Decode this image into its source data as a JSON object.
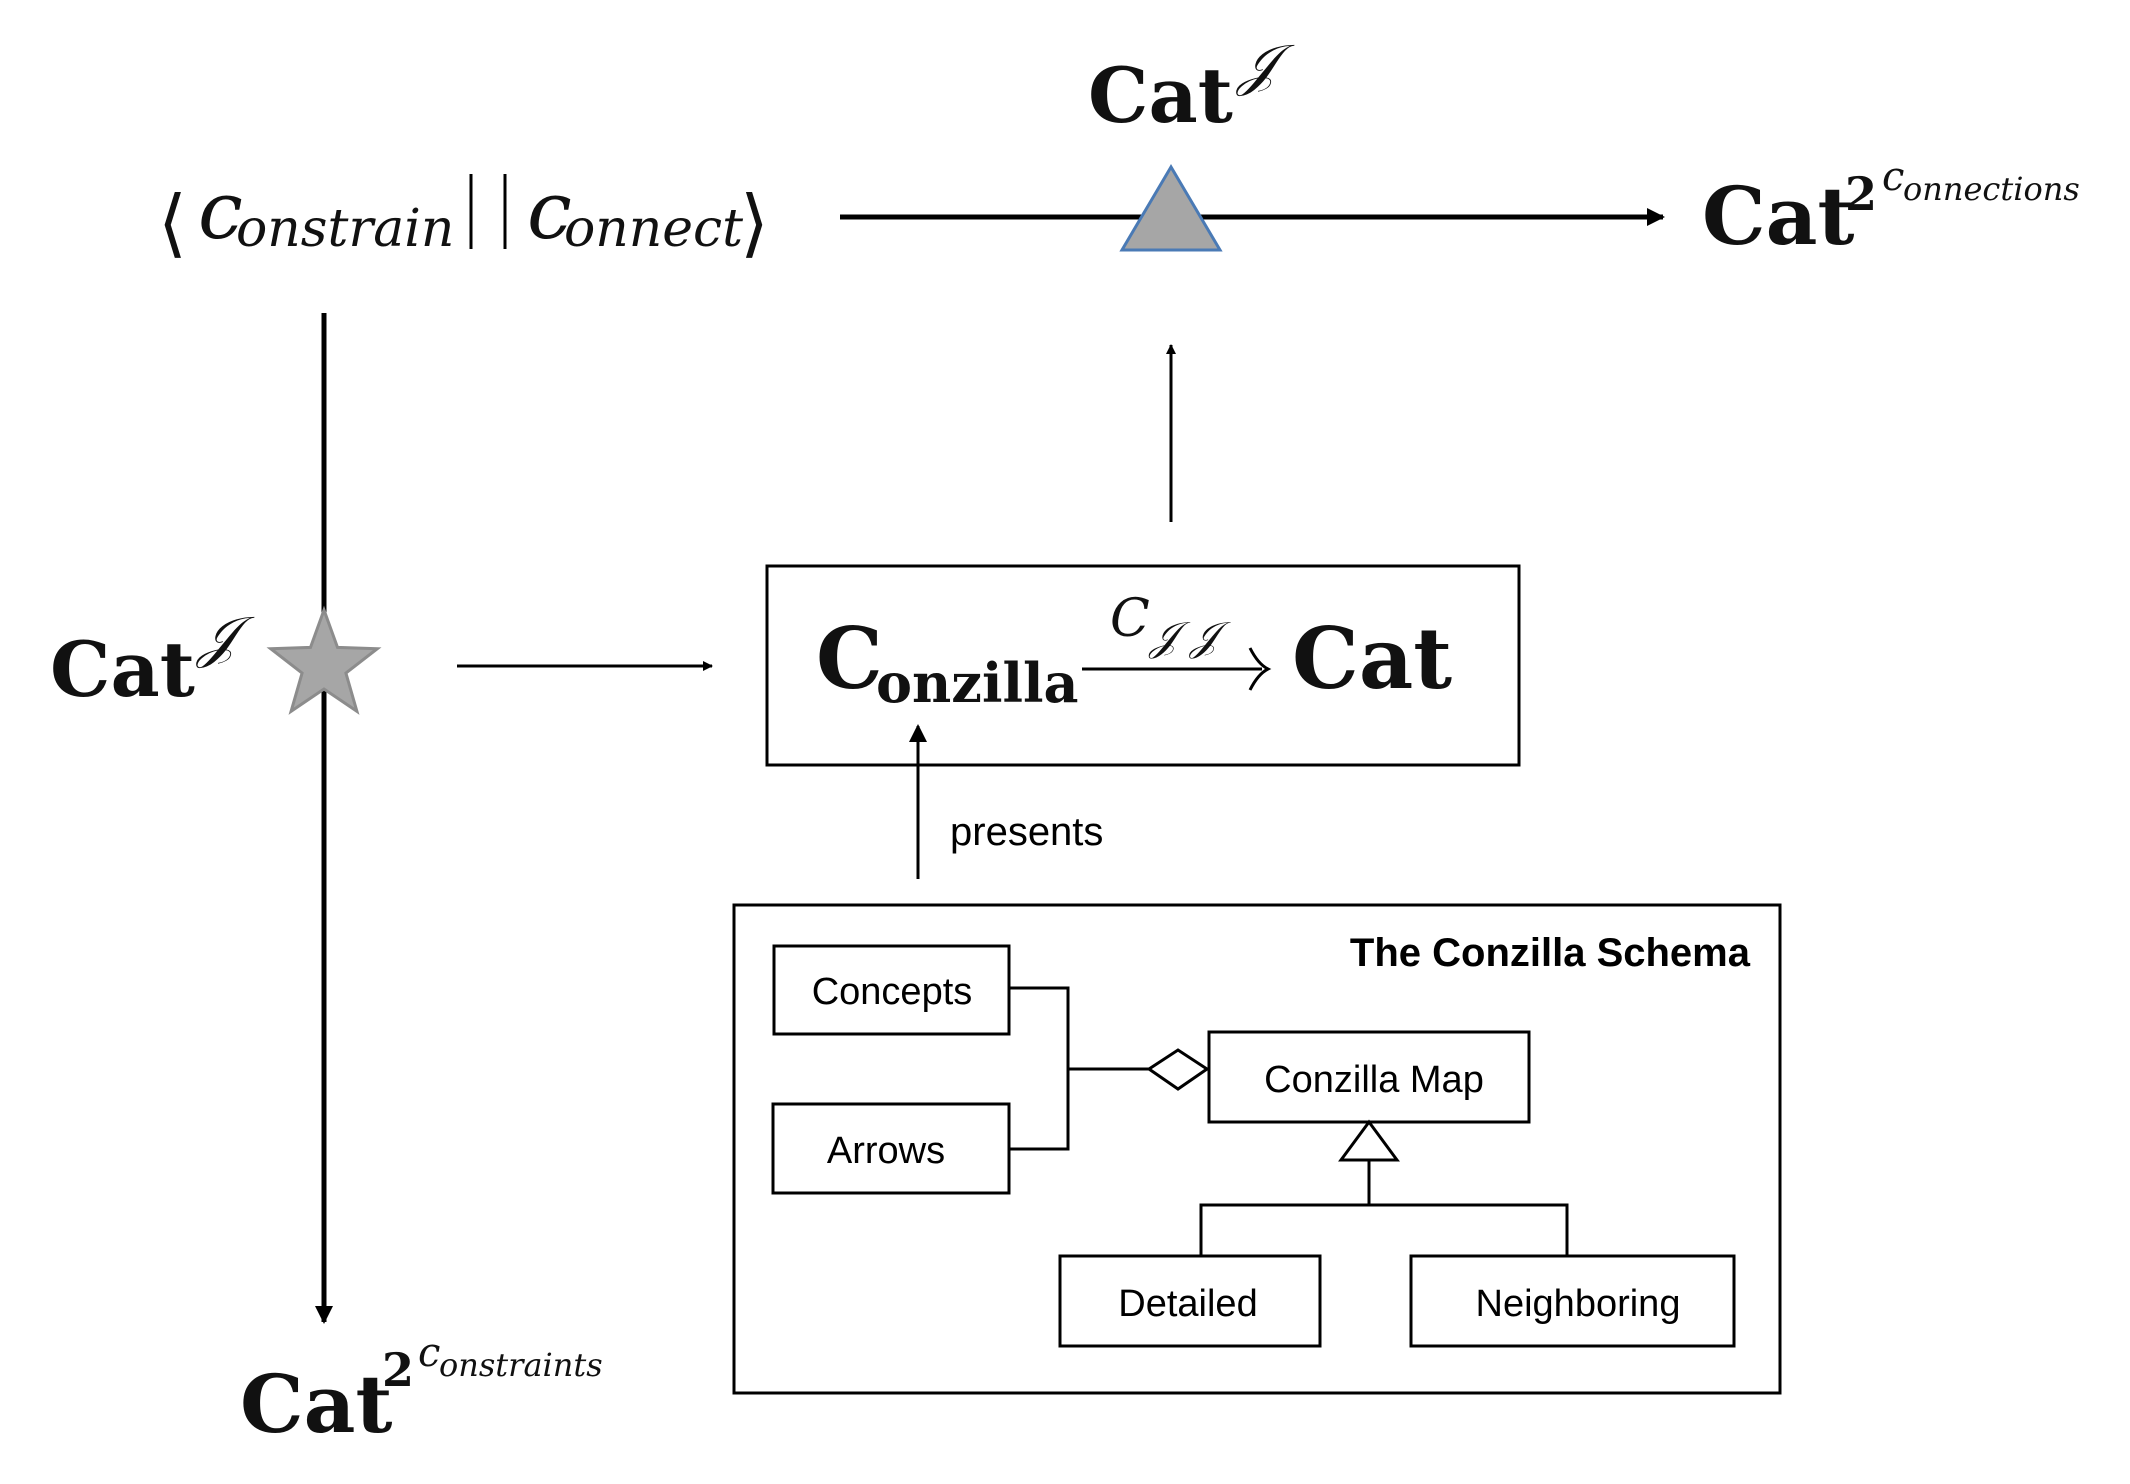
{
  "colors": {
    "line": "#000000",
    "shape_fill": "#a6a6a6",
    "triangle_stroke": "#4a7ab5",
    "star_stroke": "#8c8c8c"
  },
  "top_left_expression": {
    "open": "⟨",
    "c1": "c",
    "c1_sub": "onstrain",
    "separator": "||",
    "c2": "c",
    "c2_sub": "onnect",
    "close": "⟩"
  },
  "top_cat": {
    "base": "Cat",
    "sup": "𝒥"
  },
  "top_right_cat": {
    "base": "Cat",
    "exp": "2",
    "exp_sup_c": "c",
    "exp_sup_rest": "onnections"
  },
  "left_cat": {
    "base": "Cat",
    "sup": "𝒥"
  },
  "bottom_cat": {
    "base": "Cat",
    "exp": "2",
    "exp_sup_c": "c",
    "exp_sup_rest": "onstraints"
  },
  "functor_box": {
    "source_C": "C",
    "source_sub": "onzilla",
    "arrow_label_C": "C",
    "arrow_label_sub": "𝒥 𝒥",
    "target": "Cat"
  },
  "presents_label": "presents",
  "schema": {
    "title": "The Conzilla Schema",
    "classes": {
      "concepts": "Concepts",
      "arrows": "Arrows",
      "conzilla_map": "Conzilla Map",
      "detailed": "Detailed",
      "neighboring": "Neighboring"
    }
  }
}
